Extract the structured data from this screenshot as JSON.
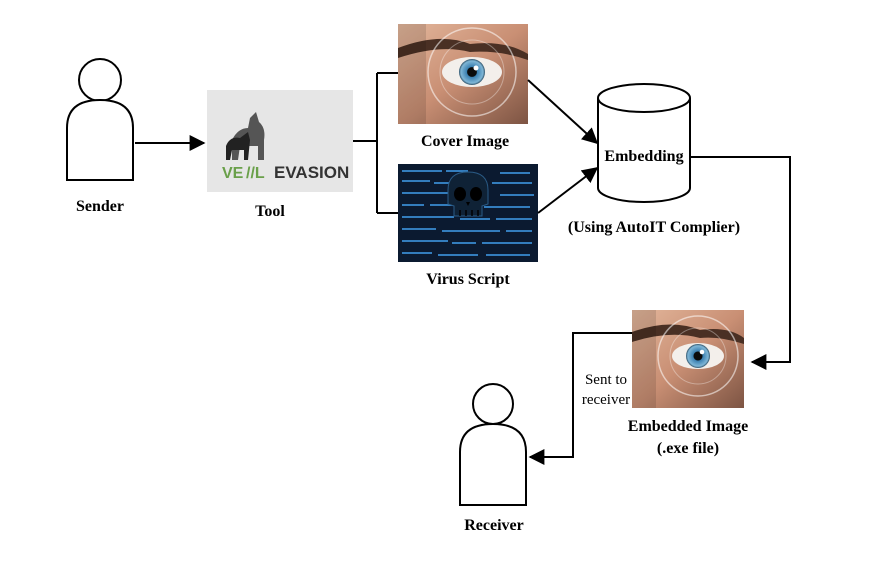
{
  "nodes": {
    "sender": {
      "label": "Sender"
    },
    "tool": {
      "label": "Tool",
      "logo_text": "VEIL EVASION"
    },
    "cover_image": {
      "label": "Cover Image"
    },
    "virus_script": {
      "label": "Virus Script"
    },
    "embedding": {
      "label": "Embedding",
      "note": "(Using AutoIT  Complier)"
    },
    "embedded_image": {
      "label_line1": "Embedded Image",
      "label_line2": "(.exe file)"
    },
    "receiver": {
      "label": "Receiver"
    }
  },
  "edges": {
    "sent_to_receiver": {
      "line1": "Sent to",
      "line2": "receiver"
    }
  },
  "colors": {
    "line": "#000000",
    "tool_bg": "#e6e6e6",
    "logo_green": "#6aa04a",
    "logo_dark": "#333333",
    "eye_iris": "#5f9fc4",
    "virus_bg": "#0b1a30",
    "virus_code": "#3a8fd6"
  }
}
